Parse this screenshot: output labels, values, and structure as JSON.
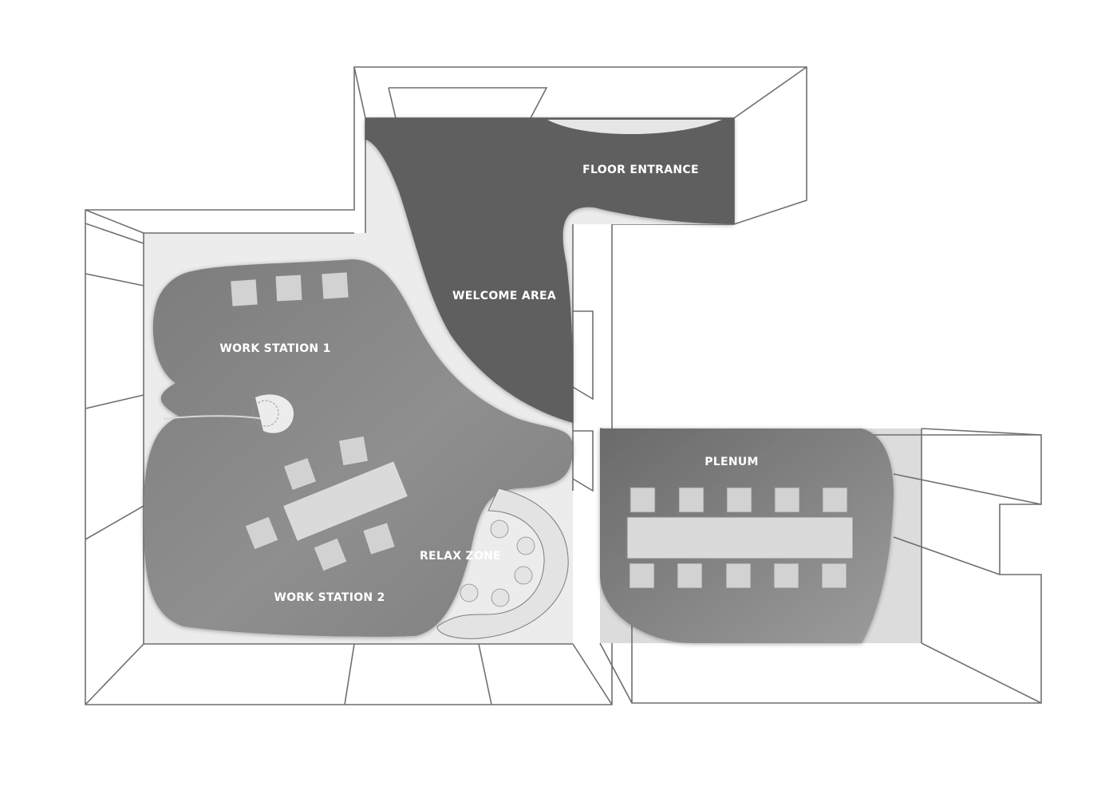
{
  "zones": {
    "floor_entrance": "FLOOR ENTRANCE",
    "welcome_area": "WELCOME AREA",
    "work_station_1": "WORK STATION 1",
    "work_station_2": "WORK STATION 2",
    "relax_zone": "RELAX ZONE",
    "plenum": "PLENUM"
  },
  "colors": {
    "background": "#ffffff",
    "wall_line": "#6f6f6f",
    "room_floor": "#ececec",
    "zone_dark": "#5e5e5e",
    "zone_mid": "#8e8e8e",
    "furniture": "#d2d2d2",
    "label": "#ffffff"
  }
}
